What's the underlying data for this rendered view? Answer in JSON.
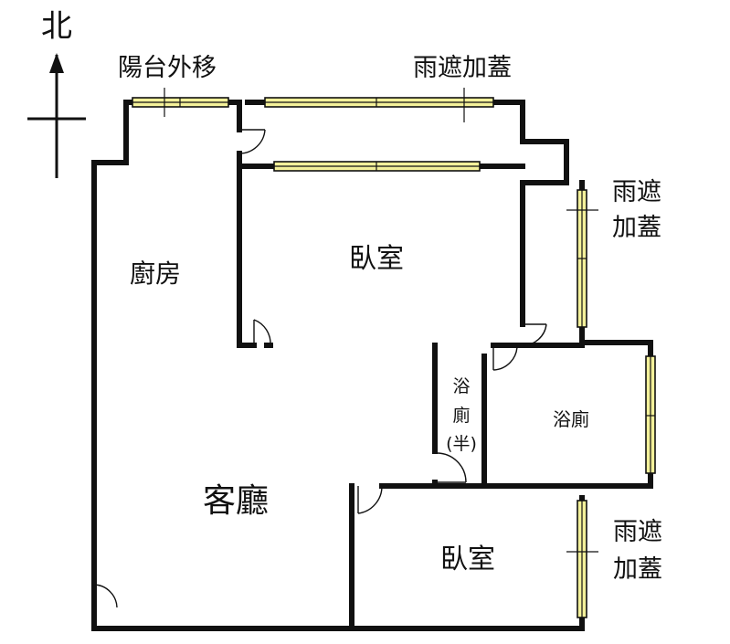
{
  "compass": {
    "north_label": "北",
    "icon": "north-arrow-icon"
  },
  "labels": {
    "balcony_moved": "陽台外移",
    "awning_top": "雨遮加蓋",
    "awning_right_upper_1": "雨遮",
    "awning_right_upper_2": "加蓋",
    "awning_right_lower_1": "雨遮",
    "awning_right_lower_2": "加蓋",
    "kitchen": "廚房",
    "bedroom_top": "臥室",
    "bathroom_half_1": "浴",
    "bathroom_half_2": "廁",
    "bathroom_half_3": "(半)",
    "bathroom": "浴廁",
    "living_room": "客廳",
    "bedroom_bottom": "臥室"
  },
  "colors": {
    "wall": "#111111",
    "window": "#f4f19a",
    "background": "#ffffff"
  }
}
